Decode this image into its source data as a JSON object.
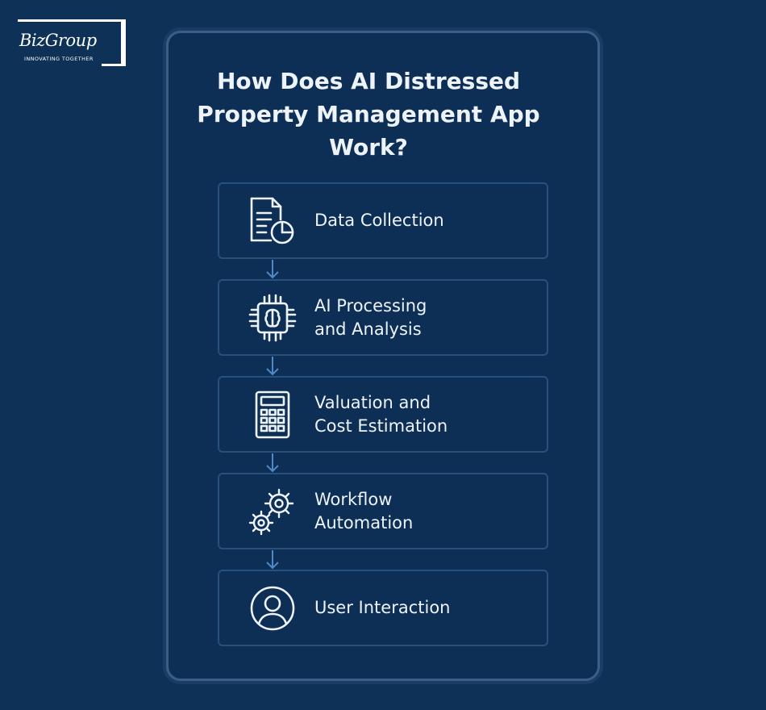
{
  "brand": {
    "name": "BizGroup",
    "tagline": "INNOVATING TOGETHER"
  },
  "title": "How Does AI Distressed Property Management App Work?",
  "steps": [
    {
      "label": "Data Collection",
      "icon": "document-clock-icon"
    },
    {
      "label": "AI Processing\nand Analysis",
      "icon": "chip-icon"
    },
    {
      "label": "Valuation and\nCost Estimation",
      "icon": "calculator-icon"
    },
    {
      "label": "Workflow\nAutomation",
      "icon": "gears-icon"
    },
    {
      "label": "User Interaction",
      "icon": "user-icon"
    }
  ],
  "colors": {
    "background": "#0e3157",
    "panel_border": "#3a5f87",
    "card_border": "#27507c",
    "arrow": "#4f8ac4",
    "text": "#eef3fa"
  }
}
